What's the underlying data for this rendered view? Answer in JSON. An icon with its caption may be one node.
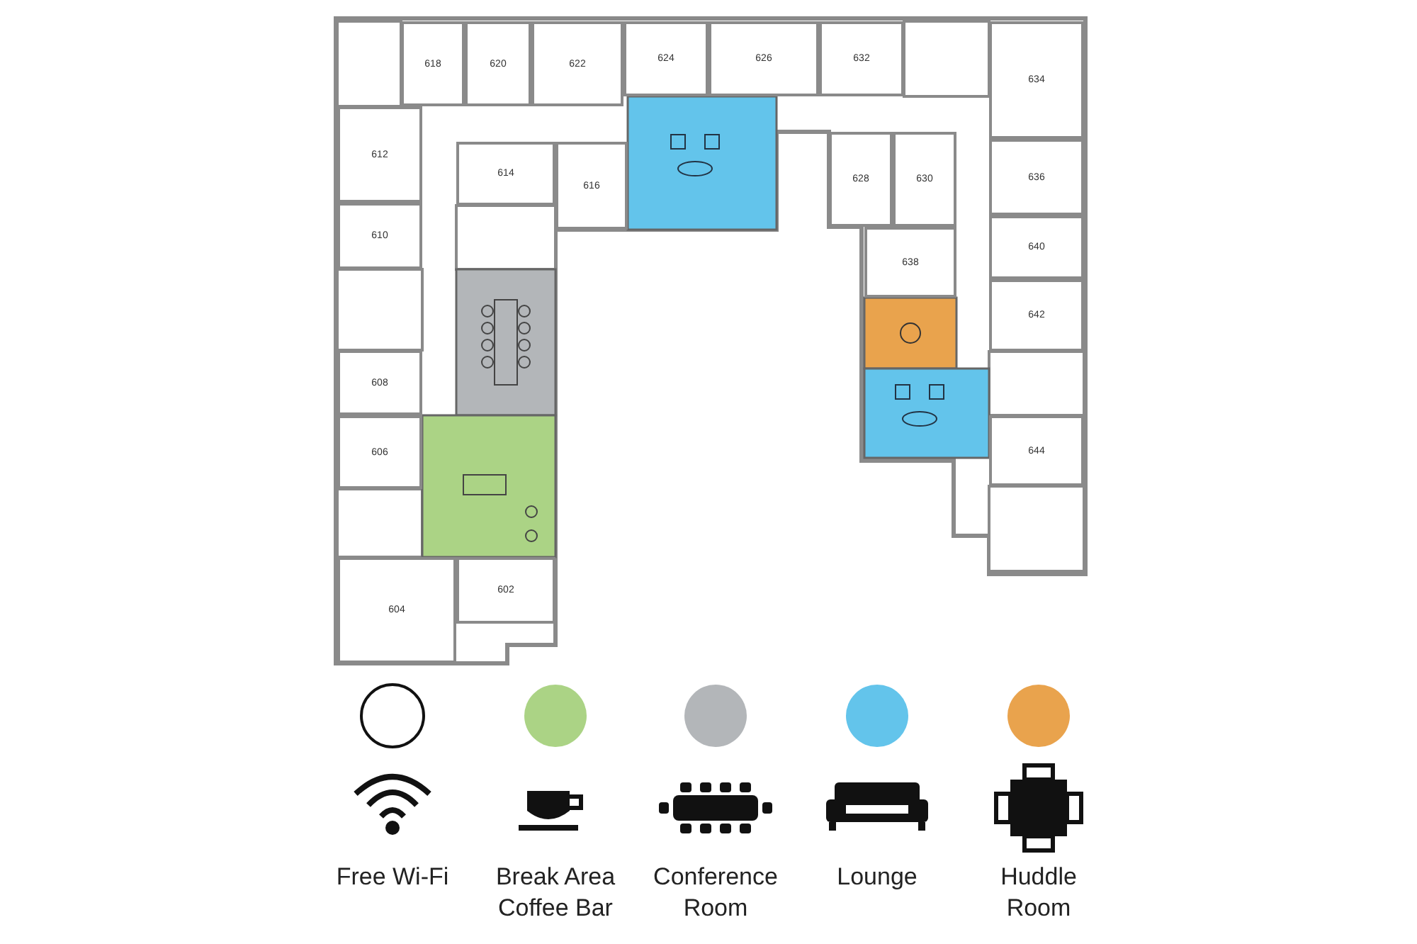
{
  "diagram": {
    "nodes": [
      {
        "text": [
          "618"
        ]
      },
      {
        "text": [
          "620"
        ]
      },
      {
        "text": [
          "622"
        ]
      },
      {
        "text": [
          "624"
        ]
      },
      {
        "text": [
          "626"
        ]
      },
      {
        "text": [
          "632"
        ]
      },
      {
        "text": [
          "634"
        ]
      },
      {
        "text": [
          "612"
        ]
      },
      {
        "text": [
          "614"
        ]
      },
      {
        "text": [
          "616"
        ]
      },
      {
        "text": [
          "628"
        ]
      },
      {
        "text": [
          "630"
        ]
      },
      {
        "text": [
          "636"
        ]
      },
      {
        "text": [
          "610"
        ]
      },
      {
        "text": [
          "638"
        ]
      },
      {
        "text": [
          "640"
        ]
      },
      {
        "text": [
          "642"
        ]
      },
      {
        "text": [
          "608"
        ]
      },
      {
        "text": [
          "606"
        ]
      },
      {
        "text": [
          "644"
        ]
      },
      {
        "text": [
          "604"
        ]
      },
      {
        "text": [
          "602"
        ]
      }
    ],
    "edges": [],
    "legend": [
      {
        "text": "Free Wi-Fi",
        "color": "#ffffff"
      },
      {
        "text": "Break Area Coffee Bar",
        "color": "#abd385"
      },
      {
        "text": "Conference Room",
        "color": "#b3b6b9"
      },
      {
        "text": "Lounge",
        "color": "#63c4eb"
      },
      {
        "text": "Huddle Room",
        "color": "#e9a34d"
      }
    ]
  }
}
